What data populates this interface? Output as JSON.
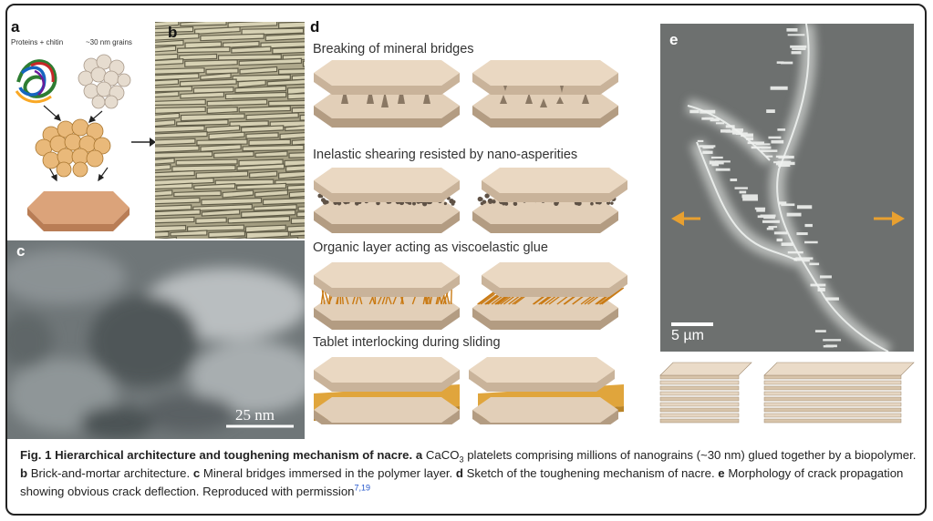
{
  "figure": {
    "panels": {
      "a": {
        "letter": "a",
        "label_left": "Proteins + chitin",
        "label_right": "~30 nm grains"
      },
      "b": {
        "letter": "b"
      },
      "c": {
        "letter": "c",
        "scale_bar": "25 nm"
      },
      "d": {
        "letter": "d",
        "rows": [
          "Breaking of mineral bridges",
          "Inelastic shearing resisted by nano-asperities",
          "Organic layer acting as viscoelastic glue",
          "Tablet interlocking during sliding"
        ]
      },
      "e": {
        "letter": "e",
        "scale_bar": "5 µm"
      }
    },
    "caption": {
      "fig_label": "Fig. 1",
      "title": "Hierarchical architecture and toughening mechanism of nacre.",
      "a_letter": "a",
      "a_text_pre": "CaCO",
      "a_sub": "3",
      "a_text_post": "platelets comprising millions of nanograins (~30 nm) glued together by a biopolymer.",
      "b_letter": "b",
      "b_text": "Brick-and-mortar architecture.",
      "c_letter": "c",
      "c_text": "Mineral bridges immersed in the polymer layer.",
      "d_letter": "d",
      "d_text": "Sketch of the toughening mechanism of nacre.",
      "e_letter": "e",
      "e_text": "Morphology of crack propagation showing obvious crack deflection. Reproduced with permission",
      "refs": "7,19"
    }
  }
}
